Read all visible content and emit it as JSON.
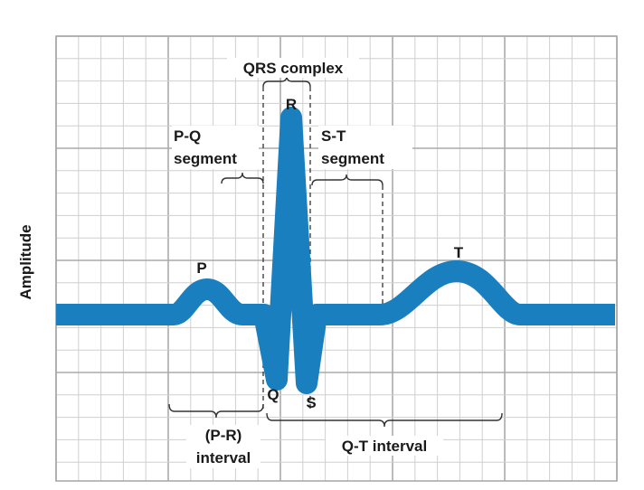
{
  "diagram": {
    "axis_label": "Amplitude",
    "waves": {
      "p": "P",
      "q": "Q",
      "r": "R",
      "s": "S",
      "t": "T"
    },
    "segments": {
      "qrs_complex": "QRS complex",
      "pq_line1": "P-Q",
      "pq_line2": "segment",
      "st_line1": "S-T",
      "st_line2": "segment",
      "pr_line1": "(P-R)",
      "pr_line2": "interval",
      "qt_interval": "Q-T interval"
    },
    "colors": {
      "waveform": "#1a7fbe",
      "grid_minor": "#cfcfcf",
      "grid_major": "#aaaaaa",
      "text": "#1a1a1a",
      "bracket": "#333333"
    }
  }
}
